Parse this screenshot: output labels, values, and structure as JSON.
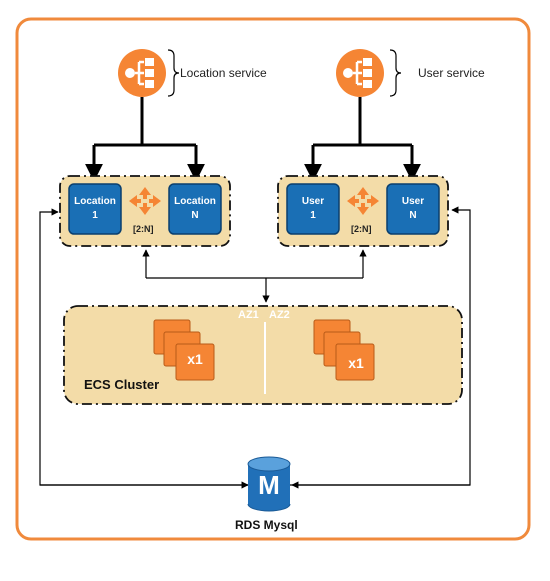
{
  "colors": {
    "frame_border": "#f08a3c",
    "group_fill": "#f3dca8",
    "task_fill": "#1a6fb5",
    "aws_orange": "#f58534",
    "db_blue": "#2170b8"
  },
  "services": [
    {
      "name": "Location service",
      "icon": "load-balancer-icon",
      "tasks": [
        {
          "line1": "Location",
          "line2": "1"
        },
        {
          "line1": "Location",
          "line2": "N"
        }
      ],
      "scaling_label": "[2:N]",
      "scaling_icon": "auto-scaling-icon"
    },
    {
      "name": "User service",
      "icon": "load-balancer-icon",
      "tasks": [
        {
          "line1": "User",
          "line2": "1"
        },
        {
          "line1": "User",
          "line2": "N"
        }
      ],
      "scaling_label": "[2:N]",
      "scaling_icon": "auto-scaling-icon"
    }
  ],
  "cluster": {
    "label": "ECS Cluster",
    "az_left": "AZ1",
    "az_right": "AZ2",
    "instance_count_left": "x1",
    "instance_count_right": "x1",
    "instance_icon": "ec2-instances-icon"
  },
  "database": {
    "label": "RDS Mysql",
    "icon": "rds-mysql-icon",
    "glyph": "M"
  }
}
